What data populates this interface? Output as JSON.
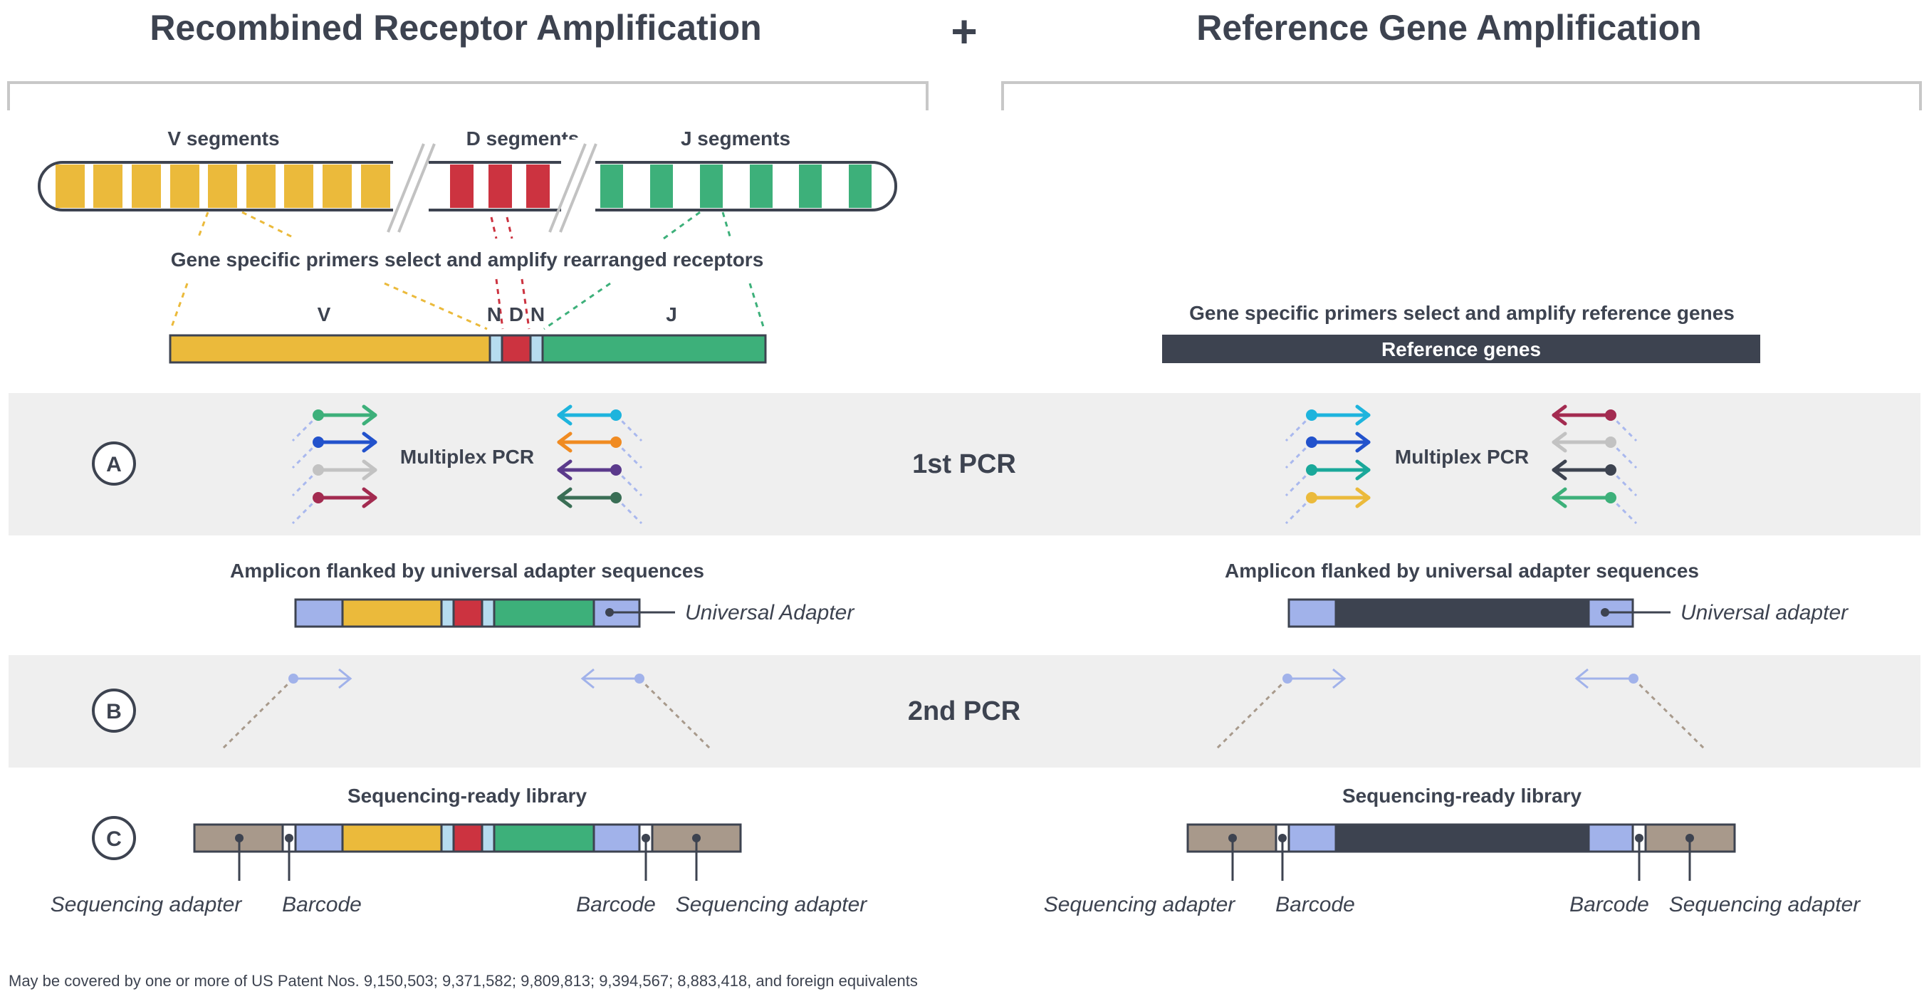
{
  "titles": {
    "left": "Recombined Receptor Amplification",
    "plus": "+",
    "right": "Reference Gene Amplification"
  },
  "left_panel": {
    "v_segments": "V segments",
    "d_segments": "D segments",
    "j_segments": "J segments",
    "primer_text": "Gene specific primers select and amplify rearranged receptors",
    "v_label": "V",
    "n1_label": "N",
    "d_label": "D",
    "n2_label": "N",
    "j_label": "J",
    "multiplex": "Multiplex PCR",
    "amplicon_text": "Amplicon flanked by universal adapter sequences",
    "universal": "Universal Adapter",
    "library_text": "Sequencing-ready library",
    "seq_adapter_left": "Sequencing adapter",
    "barcode_left": "Barcode",
    "barcode_right": "Barcode",
    "seq_adapter_right": "Sequencing adapter"
  },
  "right_panel": {
    "primer_text": "Gene specific primers select and amplify reference genes",
    "ref_genes": "Reference genes",
    "multiplex": "Multiplex PCR",
    "amplicon_text": "Amplicon flanked by universal adapter sequences",
    "universal": "Universal adapter",
    "library_text": "Sequencing-ready library",
    "seq_adapter_left": "Sequencing adapter",
    "barcode_left": "Barcode",
    "barcode_right": "Barcode",
    "seq_adapter_right": "Sequencing adapter"
  },
  "steps": {
    "a": "A",
    "b": "B",
    "c": "C",
    "first_pcr": "1st PCR",
    "second_pcr": "2nd PCR"
  },
  "footnote": "May be covered by one or more of US Patent Nos. 9,150,503; 9,371,582; 9,809,813; 9,394,567; 8,883,418, and foreign equivalents",
  "colors": {
    "v_segment": "#ebba3b",
    "d_segment": "#cc3340",
    "j_segment": "#3db07a",
    "n_region": "#b6dcef",
    "universal_adapter": "#a1b2ea",
    "sequencing_adapter": "#a8998b",
    "reference_gene": "#3d4350",
    "band": "#efefef",
    "text": "#3d4350"
  },
  "primers": {
    "left_forward": [
      "#3db07a",
      "#2252cc",
      "#c2c2c2",
      "#a32b50"
    ],
    "left_reverse": [
      "#1eb4dd",
      "#f08b22",
      "#5b3a8c",
      "#3a6e55"
    ],
    "right_forward": [
      "#1eb4dd",
      "#2252cc",
      "#1aa89a",
      "#ebba3b"
    ],
    "right_reverse": [
      "#a32b50",
      "#c2c2c2",
      "#3d4350",
      "#3db07a"
    ]
  }
}
